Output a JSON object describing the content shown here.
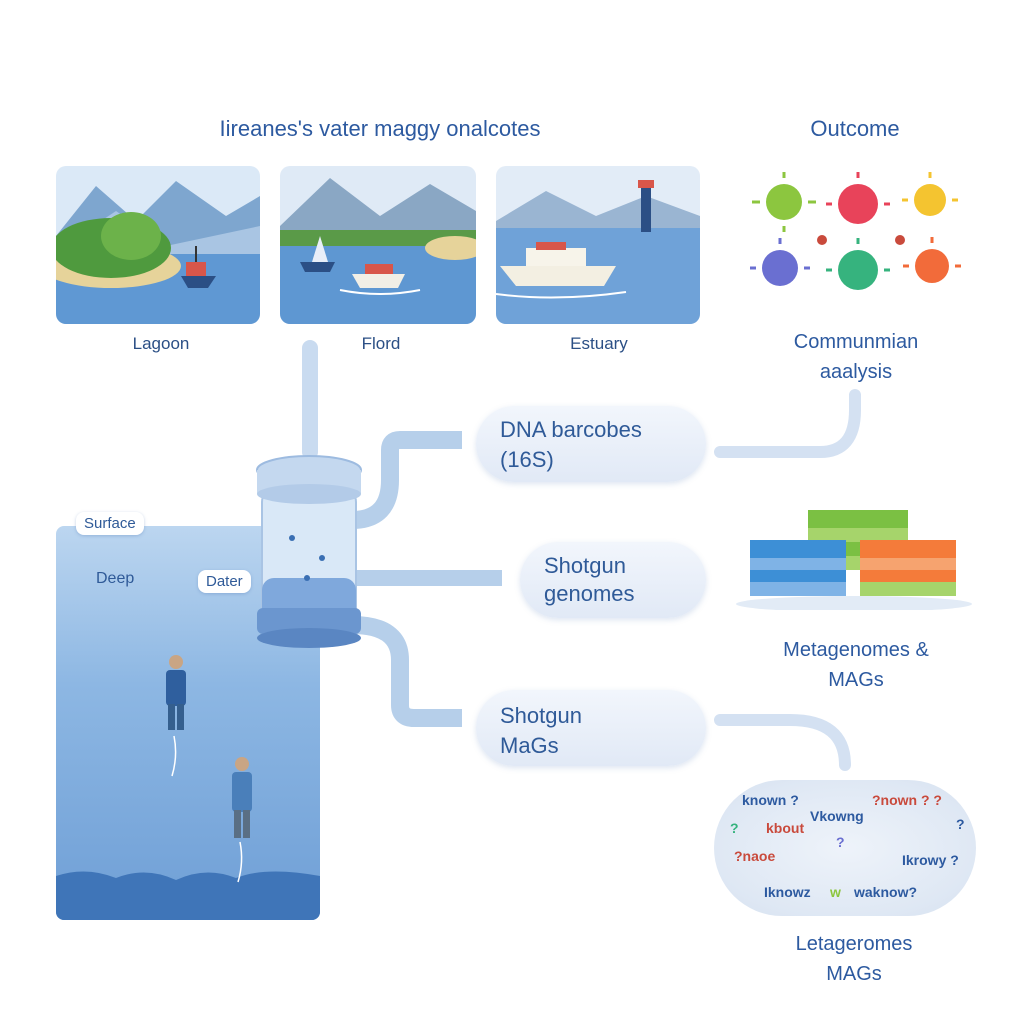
{
  "header": {
    "title": "Iireanes's vater maggy onalcotes",
    "outcome_title": "Outcome"
  },
  "scenes": [
    {
      "label": "Lagoon"
    },
    {
      "label": "Flord"
    },
    {
      "label": "Estuary"
    }
  ],
  "depth": {
    "surface_label": "Surface",
    "deep_label": "Deep",
    "water_label": "Dater"
  },
  "methods": [
    {
      "line1": "DNA barcobes",
      "line2": "(16S)"
    },
    {
      "line1": "Shotgun",
      "line2": "genomes"
    },
    {
      "line1": "Shotgun",
      "line2": "MaGs"
    }
  ],
  "outcomes": [
    {
      "line1": "Communmian",
      "line2": "aaalysis"
    },
    {
      "line1": "Metagenomes &",
      "line2": "MAGs"
    },
    {
      "line1": "Letageromes",
      "line2": "MAGs"
    }
  ],
  "cloud_words": [
    "known ?",
    "?nown ? ?",
    "kbout",
    "Vkowng",
    "?",
    "?naoe",
    "?",
    "?",
    "Ikrowy ?",
    "Iknowz",
    "w",
    "waknow?"
  ],
  "colors": {
    "water": "#6f9fd6",
    "pill": "#e6edf8",
    "text": "#2d5aa0",
    "virus_colors": [
      "#8cc63f",
      "#e8435a",
      "#f4c430",
      "#6a6fd1",
      "#36b37e",
      "#f26b3a"
    ],
    "stack_colors": [
      "#3d8fd6",
      "#7bc043",
      "#f47b3a"
    ]
  }
}
